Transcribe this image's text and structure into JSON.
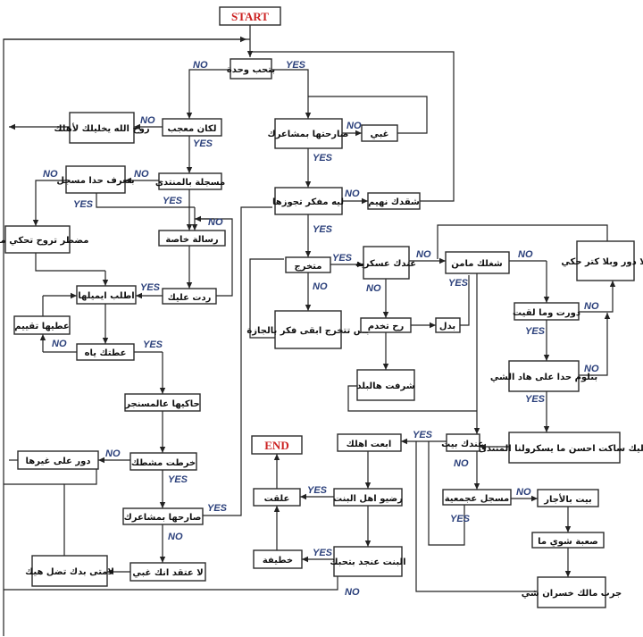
{
  "colors": {
    "terminal": "#cc2222",
    "label": "#2a3f7a",
    "line": "#222222"
  },
  "nodes": {
    "start": "START",
    "end": "END",
    "loves_unity": "بتحب وحدة",
    "but_liked": "لكان معجب",
    "go_god": "روح الله يخليلك لأهلك",
    "confessed": "صارحتها بمشاعرك",
    "ghabi": "غبي",
    "forum_reg": "مسجلة بالمنتدى",
    "know_someone": "بتعرف حدا مسجل",
    "forced": "مضطر تروح تحكي معها",
    "private_msg": "رسالة خاصة",
    "replied": "ردت عليك",
    "ask_email": "اطلب ايميلها",
    "give_rating": "عطيها تقييم",
    "gave_you": "عطتك ياه",
    "talked_msn": "حاكيها عالمسنجر",
    "went_sentimental": "خرطت مشطك",
    "look_another": "دور على غيرها",
    "confessed2": "صارحها بمشاعرك",
    "blame_self": "لامتى بدك تضل هيك",
    "dont_think_dumb": "لا عتقد انك غبي",
    "why_think_marry": "ليه مفكر تجوزها",
    "doubt_dumb": "شقدك نهيم",
    "graduated": "متخرج",
    "after_grad": "بس تتخرج ابقى فكر بالجازة",
    "military": "عندك عسكرية",
    "go_serve": "رح تخدم",
    "substitute": "بدل",
    "honored": "شرفت هالبلد",
    "job_secure": "شغلك مامن",
    "searched": "دورت وما لقيت",
    "no_role": "يلا دور وبلا كتر حكي",
    "blame_someone": "بتلوم حدا على هاد الشي",
    "stay_silent": "خليك ساكت احسن ما يسكرولنا المنتدى",
    "house": "عندك بيت",
    "send_family": "ابعت اهلك",
    "family_agree": "رضيو اهل البنت",
    "engaged": "علقت",
    "engagement": "خطيفة",
    "girl_loves": "البنت عنجد بتحبك",
    "car_reg": "مسجل عجمعية",
    "rent_house": "بيت بالأجار",
    "hard_bit": "صعبة شوي ما",
    "need_money": "جرب مالك خسران شي"
  },
  "labels": {
    "yes": "YES",
    "no": "NO"
  }
}
